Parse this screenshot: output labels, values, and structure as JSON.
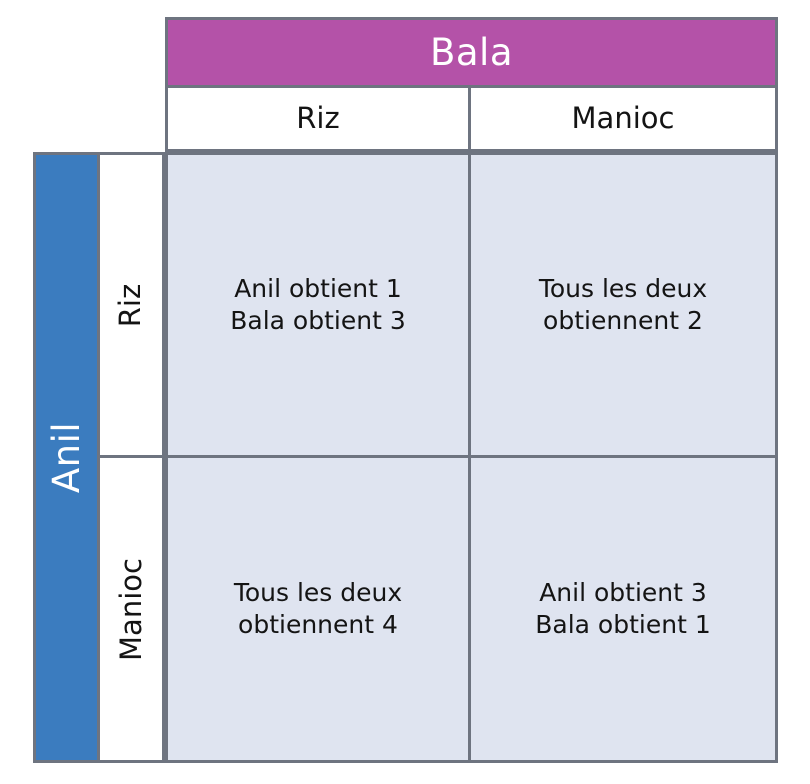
{
  "matrix": {
    "column_player": {
      "name": "Bala",
      "band_color": "#b452a8",
      "label_color": "#ffffff",
      "strategies": [
        "Riz",
        "Manioc"
      ]
    },
    "row_player": {
      "name": "Anil",
      "band_color": "#3b7cbf",
      "label_color": "#ffffff",
      "strategies": [
        "Riz",
        "Manioc"
      ]
    },
    "cell_color": "#dfe4f0",
    "border_color": "#6e7480",
    "cells": [
      [
        "Anil obtient 1\nBala obtient 3",
        "Tous les deux\nobtiennent 2"
      ],
      [
        "Tous les deux\nobtiennent 4",
        "Anil obtient 3\nBala obtient 1"
      ]
    ]
  }
}
